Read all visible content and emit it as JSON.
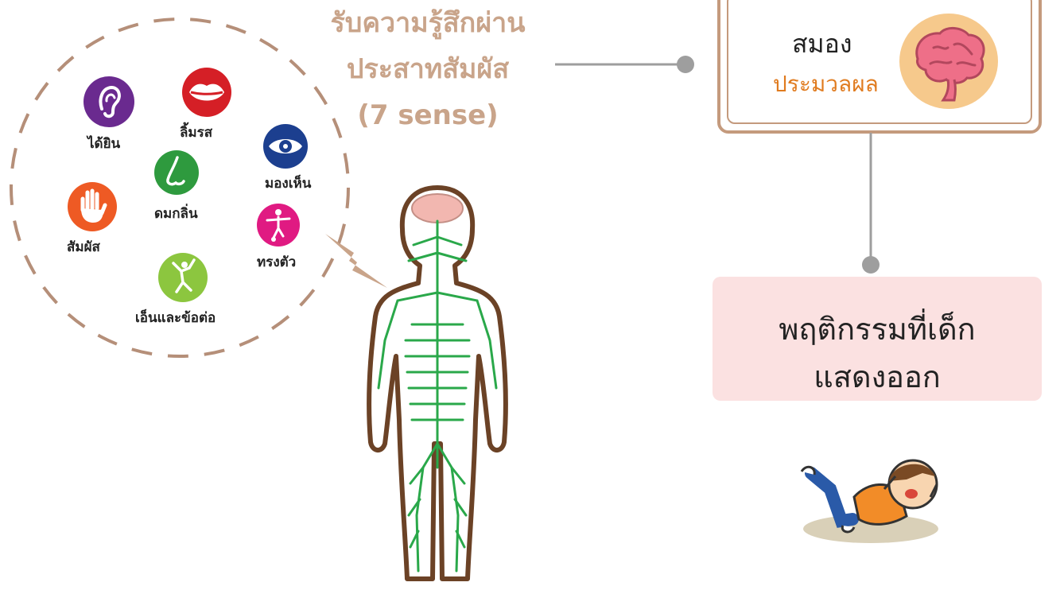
{
  "heading": {
    "line1": "รับความรู้สึกผ่าน",
    "line2": "ประสาทสัมผัส",
    "line3": "(7 sense)"
  },
  "senses": [
    {
      "label": "ได้ยิน",
      "icon": "ear-icon",
      "color": "#6a2a8f"
    },
    {
      "label": "ลิ้มรส",
      "icon": "lips-icon",
      "color": "#d51f26"
    },
    {
      "label": "มองเห็น",
      "icon": "eye-icon",
      "color": "#1c3f8f"
    },
    {
      "label": "ดมกลิ่น",
      "icon": "nose-icon",
      "color": "#2e9a3e"
    },
    {
      "label": "สัมผัส",
      "icon": "hand-icon",
      "color": "#ee5a24"
    },
    {
      "label": "ทรงตัว",
      "icon": "balance-icon",
      "color": "#e01a82"
    },
    {
      "label": "เอ็นและข้อต่อ",
      "icon": "climber-icon",
      "color": "#8cc63f"
    }
  ],
  "brain": {
    "title": "สมอง",
    "subtitle": "ประมวลผล"
  },
  "behavior": {
    "line1": "พฤติกรรมที่เด็ก",
    "line2": "แสดงออก"
  },
  "colors": {
    "heading": "#c9a48a",
    "box_border": "#c49a7d",
    "connector": "#9e9e9e",
    "behavior_bg": "#fbe1e1",
    "nerve": "#2aa84a"
  }
}
